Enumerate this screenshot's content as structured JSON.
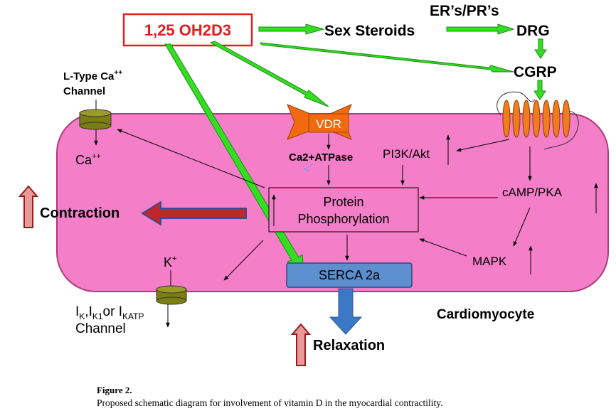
{
  "nodes": {
    "vitamin_d": "1,25 OH2D3",
    "sex_steroids": "Sex Steroids",
    "er_pr": "ER’s/PR’s",
    "drg": "DRG",
    "cgrp": "CGRP",
    "l_type_line1": "L-Type Ca",
    "l_type_sup": "++",
    "l_type_line2": "Channel",
    "ca_main": "Ca",
    "ca_sup": "++",
    "vdr": "VDR",
    "ca_atpase": "Ca2+ATPase",
    "pi3k": "PI3K/Akt",
    "protein_line1": "Protein",
    "protein_line2": "Phosphorylation",
    "camp": "cAMP/PKA",
    "contraction": "Contraction",
    "k_main": "K",
    "k_sup": "+",
    "mapk": "MAPK",
    "serca": "SERCA 2a",
    "cardiomyocyte": "Cardiomyocyte",
    "ik_i": "I",
    "ik_sub1": "K",
    "ik_sep1": ",I",
    "ik_sub2": "K1",
    "ik_or": "or I",
    "ik_sub3": "KATP",
    "ik_line2": "Channel",
    "relaxation": "Relaxation"
  },
  "caption": {
    "title": "Figure 2.",
    "text": "Proposed schematic diagram for involvement of vitamin D in the myocardial contractility."
  },
  "colors": {
    "cell_fill": "#f47fc8",
    "cell_stroke": "#b03a7e",
    "green_arrow": "#33dd22",
    "red_box": "#e02020",
    "vdr_fill": "#f26a10",
    "serca_fill": "#5d8fce",
    "relax_arrow": "#3b78c6",
    "contraction_arrow": "#c0262e",
    "channel_fill": "#7b7d15",
    "receptor_fill": "#f07c1e"
  }
}
